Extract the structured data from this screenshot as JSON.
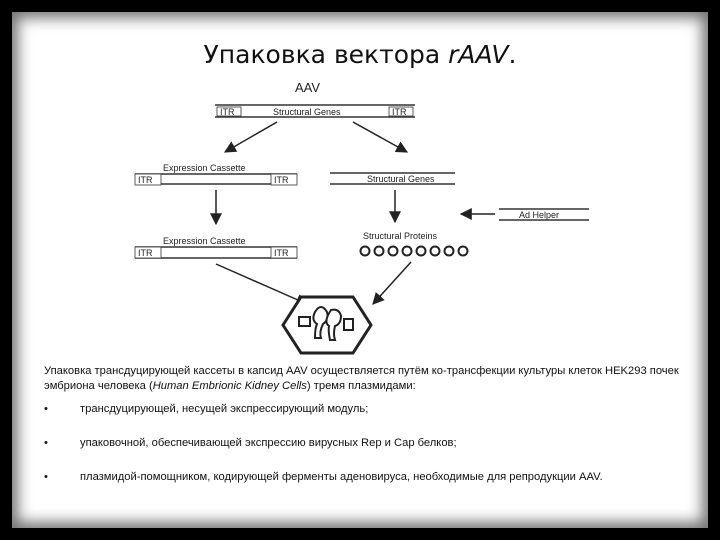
{
  "slide": {
    "title_main": "Упаковка вектора ",
    "title_italic": "rAAV",
    "title_end": "."
  },
  "diagram": {
    "aav_label": "AAV",
    "top_itr_left": "ITR",
    "top_structural_genes": "Structural Genes",
    "top_itr_right": "ITR",
    "mid_itr_left": "ITR",
    "mid_expression_cassette": "Expression Cassette",
    "mid_itr_right": "ITR",
    "mid_structural_genes": "Structural Genes",
    "helper_label": "Ad Helper",
    "low_itr_left": "ITR",
    "low_expression_cassette": "Expression Cassette",
    "low_itr_right": "ITR",
    "structural_proteins": "Structural Proteins"
  },
  "description": {
    "text_1": "Упаковка трансдуцирующей кассеты в капсид AAV осуществляется путём ко-трансфекции культуры клеток HEK293 почек эмбриона человека (",
    "text_italic": "Human Embrionic Kidney Cells",
    "text_2": ") тремя плазмидами:"
  },
  "bullets": [
    {
      "marker": "•",
      "text": "трансдуцирующей, несущей экспрессирующий модуль;"
    },
    {
      "marker": "•",
      "text": "упаковочной, обеспечивающей экспрессию вирусных Rep и Cap белков;"
    },
    {
      "marker": "•",
      "text": "плазмидой-помощником, кодирующей ферменты аденовируса, необходимые для репродукции AAV."
    }
  ]
}
